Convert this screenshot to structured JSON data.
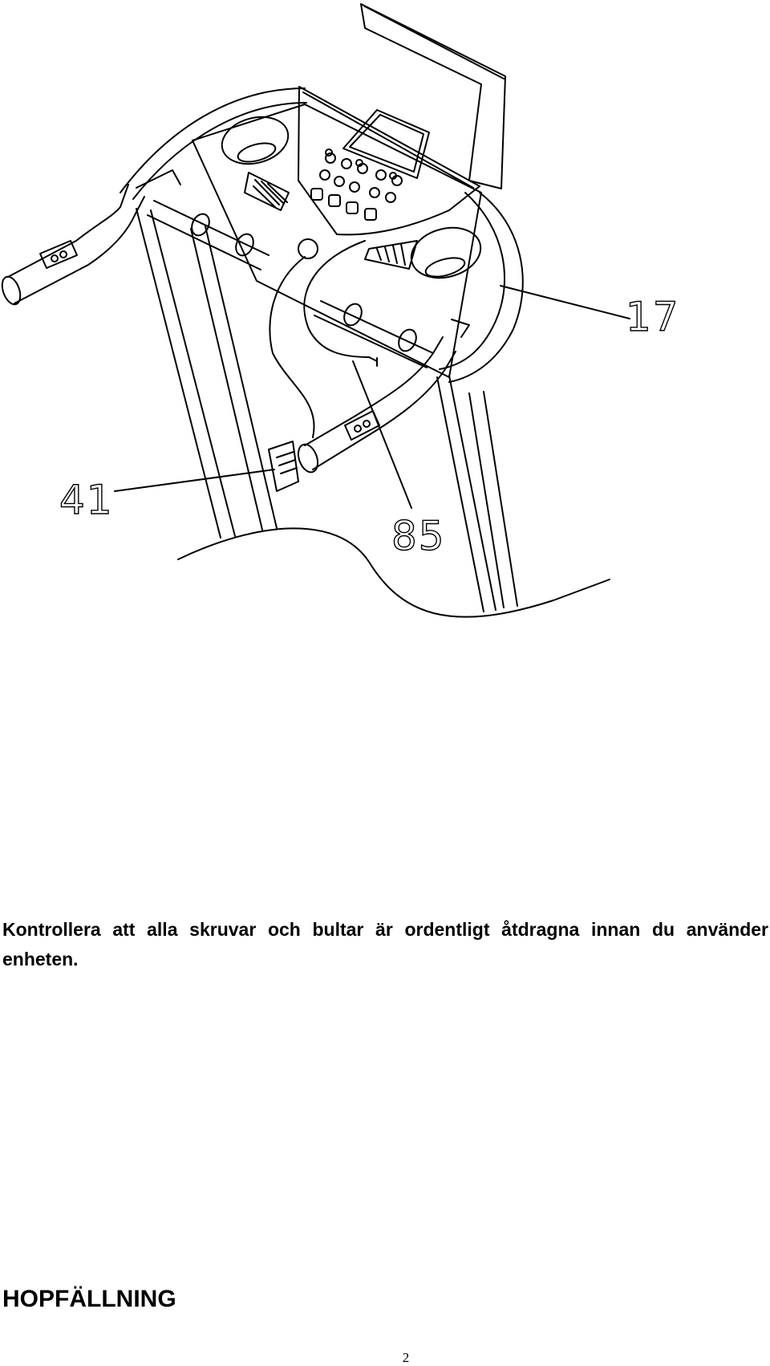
{
  "diagram": {
    "callouts": {
      "c17": "17",
      "c41": "41",
      "c85": "85"
    }
  },
  "instruction_text": "Kontrollera att alla skruvar och bultar är ordentligt åtdragna innan du använder enheten.",
  "section_heading": "HOPFÄLLNING",
  "page_number": "2"
}
